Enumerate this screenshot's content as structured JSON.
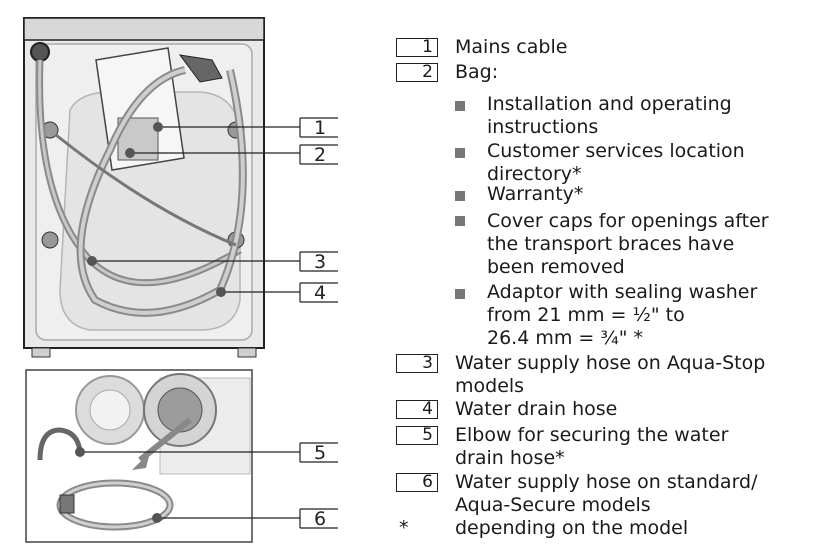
{
  "figure": {
    "callouts": [
      "1",
      "2",
      "3",
      "4",
      "5",
      "6"
    ]
  },
  "legend": {
    "items": [
      {
        "num": "1",
        "text": [
          "Mains cable"
        ]
      },
      {
        "num": "2",
        "text": [
          "Bag:"
        ]
      },
      {
        "num": "3",
        "text": [
          "Water supply hose on Aqua-Stop",
          "models"
        ]
      },
      {
        "num": "4",
        "text": [
          "Water drain hose"
        ]
      },
      {
        "num": "5",
        "text": [
          "Elbow for securing the water",
          "drain hose*"
        ]
      },
      {
        "num": "6",
        "text": [
          "Water supply hose on standard/",
          "Aqua-Secure models"
        ]
      }
    ],
    "bag_contents": [
      [
        "Installation and operating",
        "instructions"
      ],
      [
        "Customer services location",
        "directory*"
      ],
      [
        "Warranty*"
      ],
      [
        "Cover caps for openings after",
        "the transport braces have",
        "been removed"
      ],
      [
        "Adaptor with sealing washer",
        "from 21 mm = ½\" to",
        "26.4 mm = ¾\" *"
      ]
    ],
    "footnote": {
      "mark": "*",
      "text": "depending on the model"
    }
  }
}
